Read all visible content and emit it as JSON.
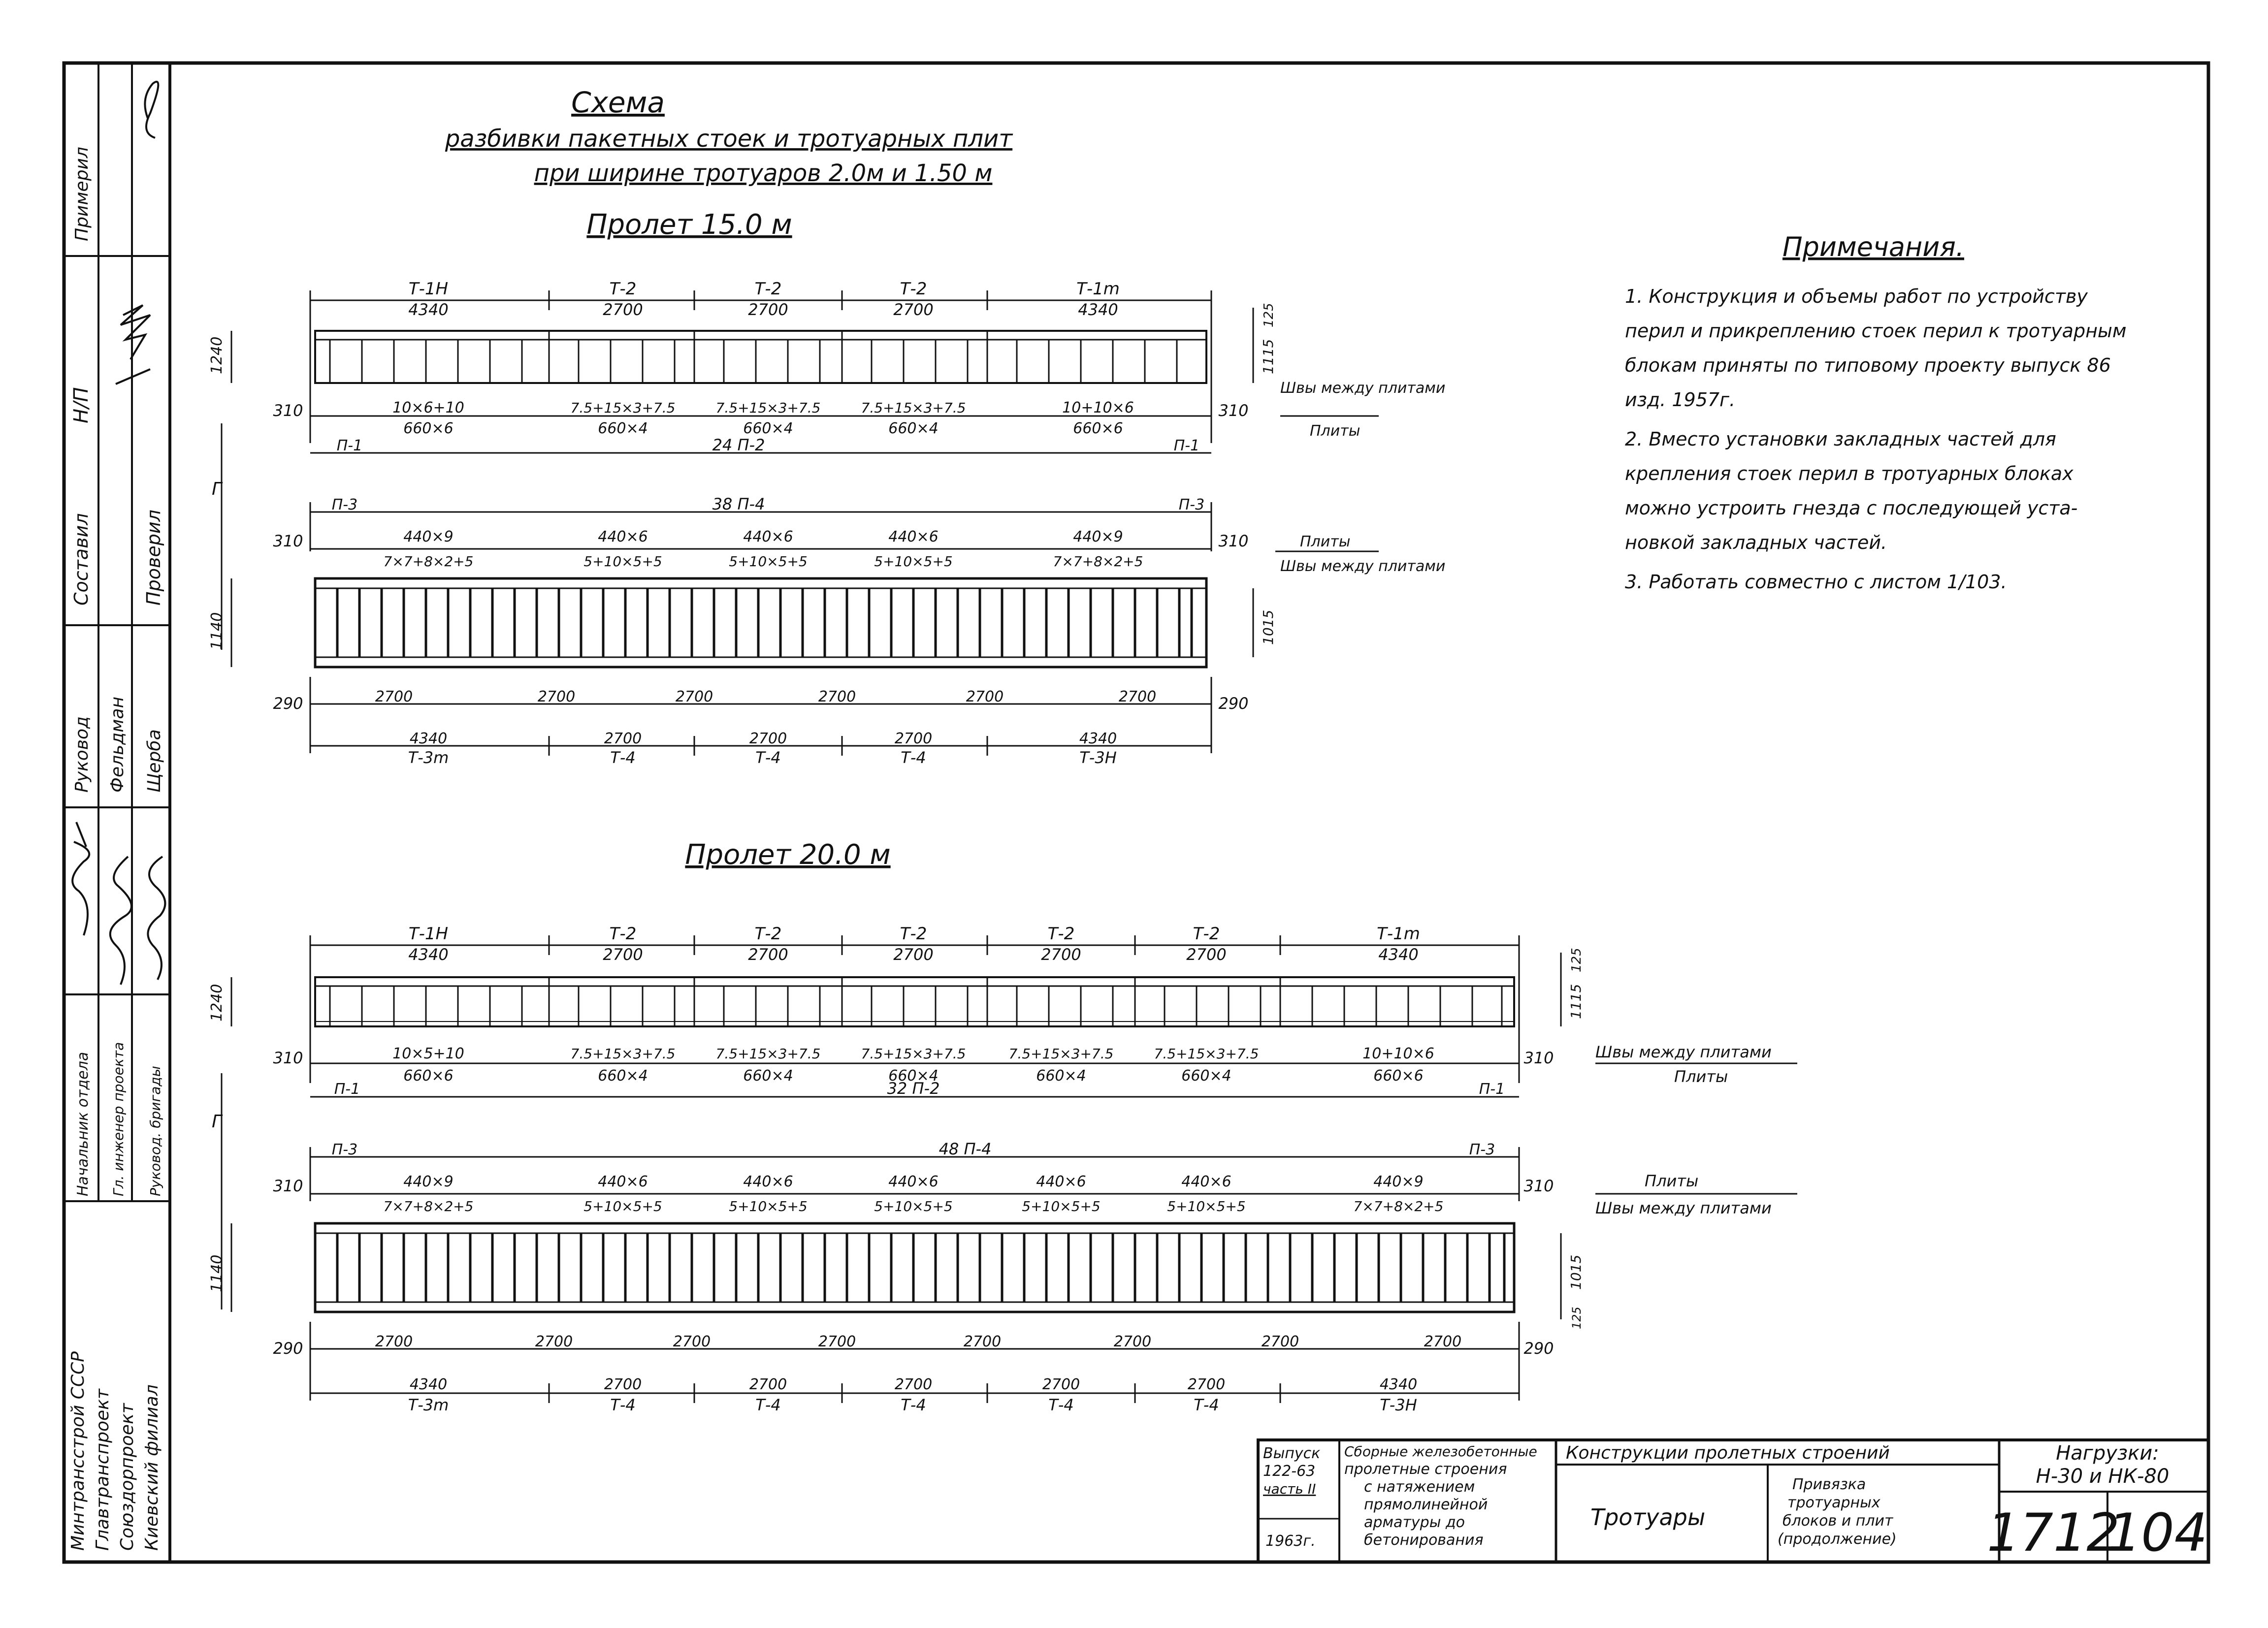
{
  "title": {
    "line1": "Схема",
    "line2": "разбивки пакетных стоек и тротуарных плит",
    "line3": "при ширине тротуаров 2.0м и 1.50 м"
  },
  "notes": {
    "heading": "Примечания.",
    "lines": [
      "1. Конструкция и объемы работ по устройству",
      "перил и прикреплению стоек перил к тротуарным",
      "блокам приняты по типовому проекту выпуск 86",
      "изд. 1957г.",
      "2. Вместо установки закладных частей для",
      "крепления стоек перил в тротуарных блоках",
      "можно устроить гнезда с последующей уста-",
      "новкой закладных частей.",
      "3. Работать совместно с листом 1/103."
    ]
  },
  "span15": {
    "label": "Пролет 15.0 м",
    "upper": {
      "block_labels": [
        "Т-1Н",
        "Т-2",
        "Т-2",
        "Т-2",
        "Т-1m"
      ],
      "block_dims": [
        "4340",
        "2700",
        "2700",
        "2700",
        "4340"
      ],
      "seam_formulas": [
        "10×6+10",
        "7.5+15×3+7.5",
        "7.5+15×3+7.5",
        "7.5+15×3+7.5",
        "10+10×6"
      ],
      "seam_totals": [
        "660×6",
        "660×4",
        "660×4",
        "660×4",
        "660×6"
      ],
      "end_left": "310",
      "end_right": "310",
      "slab_left": "П-1",
      "slab_middle": "24 П-2",
      "slab_right": "П-1",
      "height_left": "1240",
      "height_right_top": "125",
      "height_right": "1115",
      "side_note_top": "Швы между плитами",
      "side_note_bottom": "Плиты"
    },
    "lower": {
      "slab_left": "П-3",
      "slab_middle": "38 П-4",
      "slab_right": "П-3",
      "slab_counts": [
        "440×9",
        "440×6",
        "440×6",
        "440×6",
        "440×9"
      ],
      "seam_formulas": [
        "7×7+8×2+5",
        "5+10×5+5",
        "5+10×5+5",
        "5+10×5+5",
        "7×7+8×2+5"
      ],
      "end_left": "310",
      "end_right": "310",
      "height_left": "1140",
      "height_right": "1015",
      "side_note_top": "Плиты",
      "side_note_bottom": "Швы между плитами",
      "post_dims": [
        "2700",
        "2700",
        "2700",
        "2700",
        "2700",
        "2700"
      ],
      "end_left_bottom": "290",
      "end_right_bottom": "290",
      "block_dims": [
        "4340",
        "2700",
        "2700",
        "2700",
        "4340"
      ],
      "block_labels": [
        "Т-3m",
        "Т-4",
        "Т-4",
        "Т-4",
        "Т-3Н"
      ]
    }
  },
  "span20": {
    "label": "Пролет 20.0 м",
    "upper": {
      "block_labels": [
        "Т-1Н",
        "Т-2",
        "Т-2",
        "Т-2",
        "Т-2",
        "Т-2",
        "Т-1m"
      ],
      "block_dims": [
        "4340",
        "2700",
        "2700",
        "2700",
        "2700",
        "2700",
        "4340"
      ],
      "seam_formulas": [
        "10×5+10",
        "7.5+15×3+7.5",
        "7.5+15×3+7.5",
        "7.5+15×3+7.5",
        "7.5+15×3+7.5",
        "7.5+15×3+7.5",
        "10+10×6"
      ],
      "seam_totals": [
        "660×6",
        "660×4",
        "660×4",
        "660×4",
        "660×4",
        "660×4",
        "660×6"
      ],
      "end_left": "310",
      "end_right": "310",
      "slab_left": "П-1",
      "slab_middle": "32 П-2",
      "slab_right": "П-1",
      "height_left": "1240",
      "height_right_top": "125",
      "height_right": "1115",
      "side_note_top": "Швы между плитами",
      "side_note_bottom": "Плиты"
    },
    "lower": {
      "slab_left": "П-3",
      "slab_middle": "48 П-4",
      "slab_right": "П-3",
      "slab_counts": [
        "440×9",
        "440×6",
        "440×6",
        "440×6",
        "440×6",
        "440×6",
        "440×9"
      ],
      "seam_formulas": [
        "7×7+8×2+5",
        "5+10×5+5",
        "5+10×5+5",
        "5+10×5+5",
        "5+10×5+5",
        "5+10×5+5",
        "7×7+8×2+5"
      ],
      "end_left": "310",
      "end_right": "310",
      "height_left": "1140",
      "height_right": "1015",
      "height_right_bottom": "125",
      "side_note_top": "Плиты",
      "side_note_bottom": "Швы между плитами",
      "post_dims": [
        "2700",
        "2700",
        "2700",
        "2700",
        "2700",
        "2700",
        "2700",
        "2700"
      ],
      "end_left_bottom": "290",
      "end_right_bottom": "290",
      "block_dims": [
        "4340",
        "2700",
        "2700",
        "2700",
        "2700",
        "2700",
        "4340"
      ],
      "block_labels": [
        "Т-3m",
        "Т-4",
        "Т-4",
        "Т-4",
        "Т-4",
        "Т-4",
        "Т-3Н"
      ]
    }
  },
  "sidebar": {
    "roles": [
      "Примерил",
      "Н/П",
      "Составил",
      "Проверил",
      "Руковод",
      "Фельдман",
      "Щерба",
      "Начальник отдела",
      "Гл. инженер проекта",
      "Руковод. бригады"
    ],
    "org_lines": [
      "Минтрансстрой СССР",
      "Главтранспроект",
      "Союздорпроект",
      "Киевский филиал"
    ]
  },
  "title_block": {
    "series_lines": [
      "Выпуск",
      "122-63",
      "часть II"
    ],
    "year": "1963г.",
    "description_lines": [
      "Сборные железобетонные",
      "пролетные строения",
      "с натяжением",
      "прямолинейной",
      "арматуры до",
      "бетонирования"
    ],
    "section": "Конструкции пролетных строений",
    "subject": "Тротуары",
    "detail_lines": [
      "Привязка",
      "тротуарных",
      "блоков и плит",
      "(продолжение)"
    ],
    "loads_lines": [
      "Нагрузки:",
      "Н-30 и НК-80"
    ],
    "sheet_code": "1712",
    "sheet_number": "104"
  }
}
